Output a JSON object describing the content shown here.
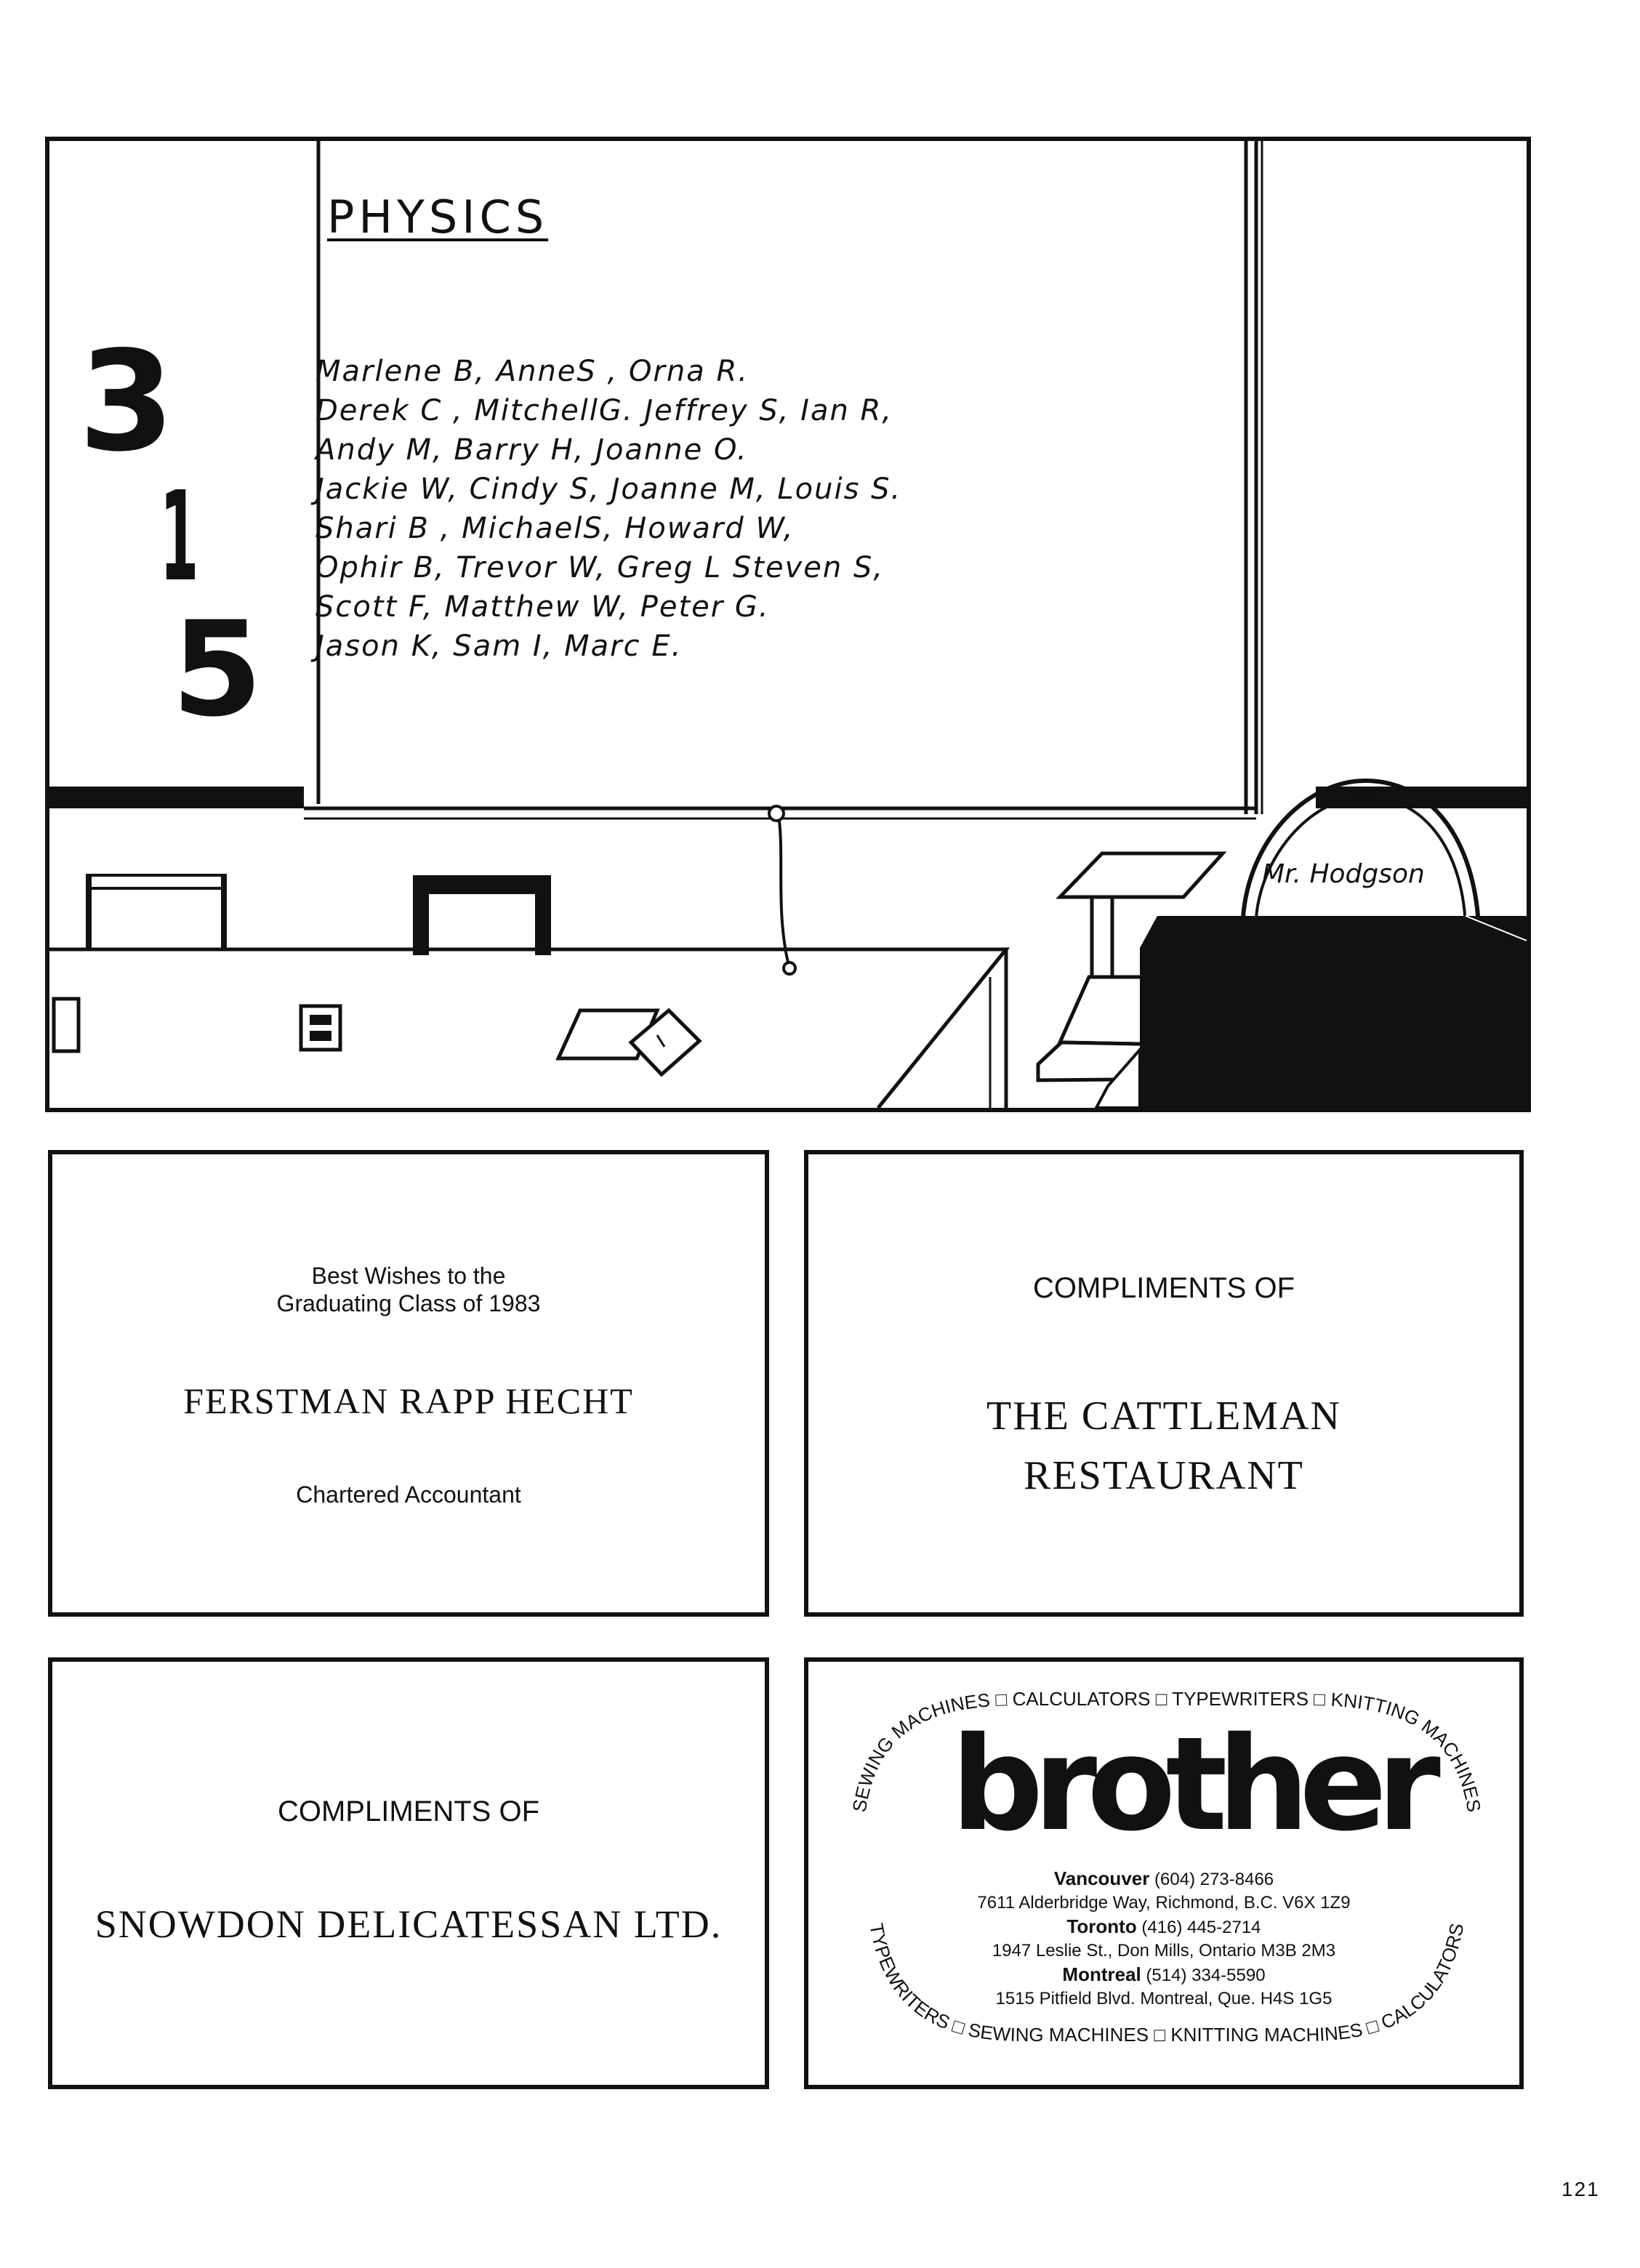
{
  "illustration": {
    "board_title": "PHYSICS",
    "names_lines": [
      "Marlene B, AnneS , Orna R.",
      "Derek C , MitchellG. Jeffrey S, Ian R,",
      "Andy M, Barry H, Joanne O.",
      "Jackie W, Cindy S, Joanne M, Louis S.",
      "Shari B , MichaelS, Howard W,",
      "Ophir B, Trevor W, Greg L  Steven S,",
      "Scott F, Matthew W, Peter G.",
      "Jason K, Sam I, Marc E."
    ],
    "room_number": [
      "3",
      "1",
      "5"
    ],
    "chair_label": "Mr. Hodgson"
  },
  "ads": {
    "ferstman": {
      "wishes_line1": "Best Wishes to the",
      "wishes_line2": "Graduating Class of 1983",
      "firm": "FERSTMAN RAPP HECHT",
      "role": "Chartered Accountant"
    },
    "cattleman": {
      "compliments": "COMPLIMENTS OF",
      "name_line1": "THE CATTLEMAN",
      "name_line2": "RESTAURANT"
    },
    "snowdon": {
      "compliments": "COMPLIMENTS OF",
      "name": "SNOWDON DELICATESSAN LTD."
    },
    "brother": {
      "logo": "brother",
      "ring_top": "SEWING MACHINES □ CALCULATORS □ TYPEWRITERS □ KNITTING MACHINES",
      "ring_bottom": "TYPEWRITERS □ SEWING MACHINES □ KNITTING MACHINES □ CALCULATORS",
      "offices": [
        {
          "city": "Vancouver",
          "phone": "(604) 273-8466",
          "address": "7611 Alderbridge Way, Richmond, B.C.   V6X 1Z9"
        },
        {
          "city": "Toronto",
          "phone": "(416) 445-2714",
          "address": "1947 Leslie St., Don Mills, Ontario   M3B  2M3"
        },
        {
          "city": "Montreal",
          "phone": "(514) 334-5590",
          "address": "1515 Pitfield Blvd. Montreal, Que.   H4S  1G5"
        }
      ]
    }
  },
  "page_number": "121"
}
